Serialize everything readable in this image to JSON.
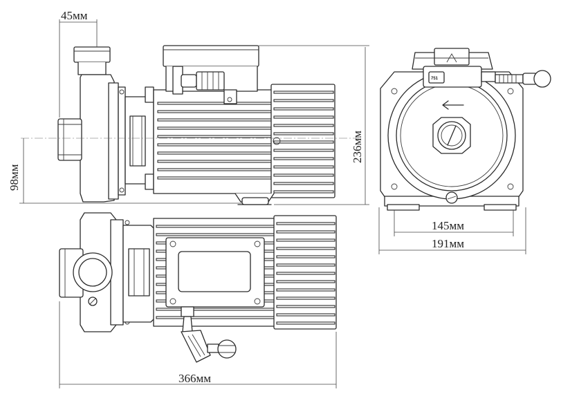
{
  "dimensions": {
    "outlet_offset": "45мм",
    "shaft_height": "98мм",
    "overall_height": "236мм",
    "base_width": "145мм",
    "overall_width": "191мм",
    "overall_length": "366мм"
  },
  "labels": {
    "model_badge": "751"
  },
  "colors": {
    "line": "#2a2a2a",
    "background": "#ffffff"
  }
}
